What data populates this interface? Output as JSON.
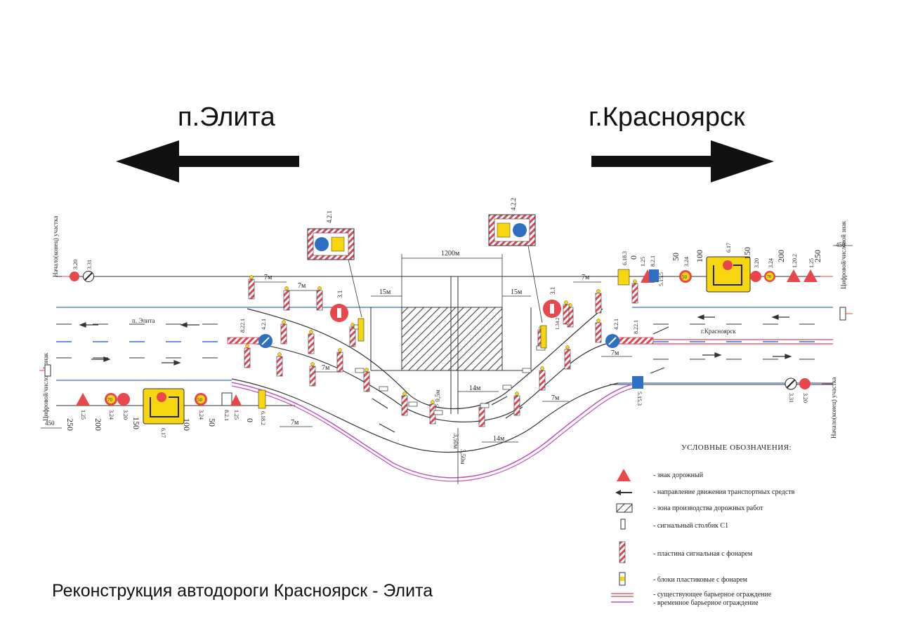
{
  "destinations": {
    "left": "п.Элита",
    "right": "г.Красноярск"
  },
  "caption": "Реконструкция автодороги Красноярск - Элита",
  "road_labels": {
    "upper_lane": "п. Элита",
    "lower_lane": "г.Красноярск",
    "start_left": "Начало(конец) участка",
    "start_right": "Начало(конец) участка",
    "coord_left": "Цифровой/числовой знак",
    "coord_right": "Цифровой/числовой знак"
  },
  "dimensions": {
    "total": "1200м",
    "buffer_left": "15м",
    "buffer_right": "15м",
    "spacing_7": "7м",
    "spacing_14": "14м",
    "offset": "> 0,5м",
    "lane_width": "3,50м",
    "end_450": "450"
  },
  "distance_marks_top": [
    "0",
    "50",
    "100",
    "150",
    "200",
    "250"
  ],
  "distance_marks_bottom": [
    "250",
    "200",
    "150",
    "100",
    "50",
    "0"
  ],
  "sign_codes": {
    "s_4_2_1": "4.2.1",
    "s_4_2_2": "4.2.2",
    "s_3_1": "3.1",
    "s_3_20": "3.20",
    "s_3_31": "3.31",
    "s_3_24": "3.24",
    "s_1_25": "1.25",
    "s_8_2_1": "8.2.1",
    "s_8_22_1": "8.22.1",
    "s_6_17": "6.17",
    "s_6_18_2": "6.18.2",
    "s_6_18_3": "6.18.3",
    "s_1_20_2": "1.20.2",
    "s_5_15_5": "5.15.5",
    "s_5_15_3": "5.15.3",
    "s_1_34_2": "1.34.2"
  },
  "speed_values": [
    "70",
    "50"
  ],
  "legend": {
    "title": "УСЛОВНЫЕ ОБОЗНАЧЕНИЯ:",
    "items": [
      "- знак дорожный",
      "- направление движения транспортных средств",
      "- зона производства дорожных работ",
      "- сигнальный столбик С1",
      "- пластина сигнальная с фонарем",
      "- блоки пластиковые с фонарем",
      "- существующее барьерное ограждение",
      "- временное барьерное ограждение"
    ]
  },
  "colors": {
    "red_sign": "#e8474b",
    "yellow_sign": "#f6d60f",
    "blue_sign": "#2e6fc4",
    "barrier_red": "#d64b5a",
    "road_blue": "#3d6cd2",
    "temp_barrier": "#c24fbf"
  }
}
